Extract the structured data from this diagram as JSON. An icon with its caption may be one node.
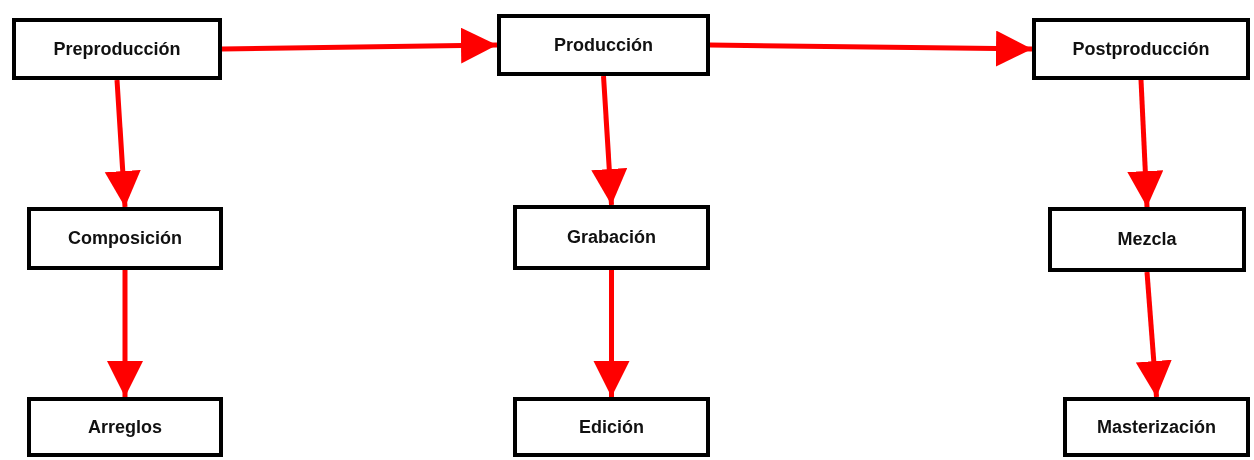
{
  "diagram": {
    "nodes": [
      {
        "text": [
          "Preproducción"
        ]
      },
      {
        "text": [
          "Producción"
        ]
      },
      {
        "text": [
          "Postproducción"
        ]
      },
      {
        "text": [
          "Composición"
        ]
      },
      {
        "text": [
          "Grabación"
        ]
      },
      {
        "text": [
          "Mezcla"
        ]
      },
      {
        "text": [
          "Arreglos"
        ]
      },
      {
        "text": [
          "Edición"
        ]
      },
      {
        "text": [
          "Masterización"
        ]
      }
    ],
    "edges": [
      {
        "from": 0,
        "to": 1,
        "arrow": "to"
      },
      {
        "from": 1,
        "to": 2,
        "arrow": "to"
      },
      {
        "from": 0,
        "to": 3,
        "arrow": "to"
      },
      {
        "from": 3,
        "to": 6,
        "arrow": "to"
      },
      {
        "from": 1,
        "to": 4,
        "arrow": "to"
      },
      {
        "from": 4,
        "to": 7,
        "arrow": "to"
      },
      {
        "from": 2,
        "to": 5,
        "arrow": "to"
      },
      {
        "from": 5,
        "to": 8,
        "arrow": "to"
      }
    ]
  }
}
